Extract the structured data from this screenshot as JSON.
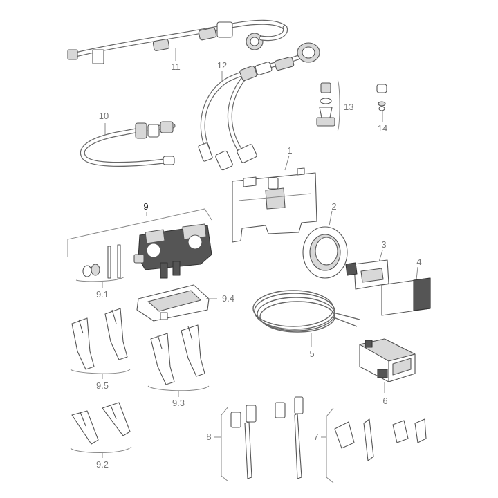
{
  "labels": {
    "p1": "1",
    "p2": "2",
    "p3": "3",
    "p4": "4",
    "p5": "5",
    "p6": "6",
    "p7": "7",
    "p8": "8",
    "p9": "9",
    "p9_1": "9.1",
    "p9_2": "9.2",
    "p9_3": "9.3",
    "p9_4": "9.4",
    "p9_5": "9.5",
    "p10": "10",
    "p11": "11",
    "p12": "12",
    "p13": "13",
    "p14": "14"
  }
}
